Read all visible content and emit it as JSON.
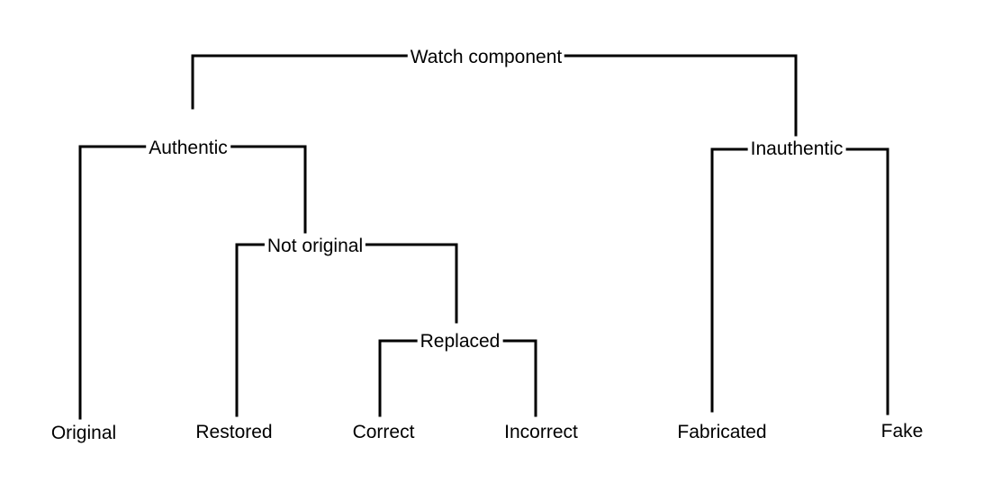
{
  "diagram": {
    "root": "Watch component",
    "level1": {
      "authentic": "Authentic",
      "inauthentic": "Inauthentic"
    },
    "level2": {
      "not_original": "Not original"
    },
    "level3": {
      "replaced": "Replaced"
    },
    "leaves": {
      "original": "Original",
      "restored": "Restored",
      "correct": "Correct",
      "incorrect": "Incorrect",
      "fabricated": "Fabricated",
      "fake": "Fake"
    }
  },
  "colors": {
    "line": "#000000",
    "text": "#000000",
    "background": "#ffffff"
  }
}
